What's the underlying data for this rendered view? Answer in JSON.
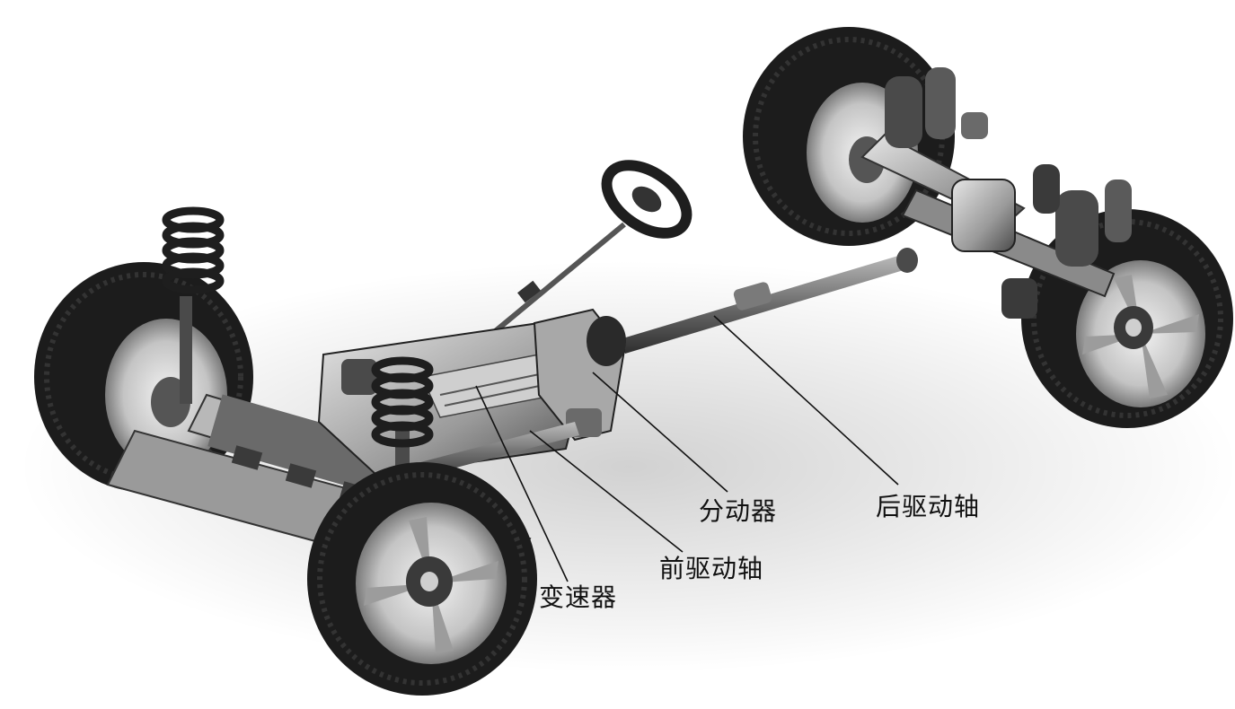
{
  "diagram": {
    "labels": {
      "transmission": "变速器",
      "front_drive_shaft": "前驱动轴",
      "transfer_case": "分动器",
      "rear_drive_shaft": "后驱动轴"
    }
  },
  "colors": {
    "tire": "#1c1c1c",
    "metal_dark": "#3a3a3a",
    "metal_mid": "#8a8a8a",
    "metal_light": "#cfcfcf",
    "leader_line": "#111111"
  }
}
